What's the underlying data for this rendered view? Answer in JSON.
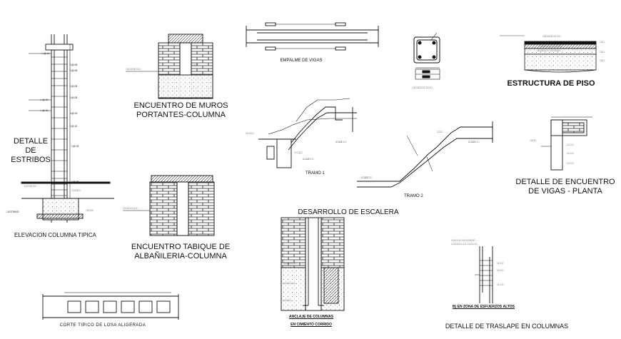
{
  "labels": {
    "detalle_estribos": [
      "DETALLE",
      "DE",
      "ESTRIBOS"
    ],
    "elevacion_columna": "ELEVACION COLUMNA TIPICA",
    "encuentro_muros": [
      "ENCUENTRO DE MUROS",
      "PORTANTES-COLUMNA"
    ],
    "encuentro_tabique": [
      "ENCUENTRO TABIQUE DE",
      "ALBAÑILERIA-COLUMNA"
    ],
    "empalme_vigas": "EMPALME DE VIGAS",
    "estructura_piso": "ESTRUCTURA DE PISO",
    "tramo1": "TRAMO 1",
    "tramo2": "TRAMO 2",
    "desarrollo_escalera": "DESARROLLO DE ESCALERA",
    "detalle_vigas": [
      "DETALLE DE ENCUENTRO",
      "DE VIGAS - PLANTA"
    ],
    "anclaje_columnas": "ANCLAJE DE COLUMNAS",
    "cimiento_corrido": "EN CIMIENTO CORRIDO",
    "corte_losa": "CORTE TIPICO DE LOSA ALIGERADA",
    "zona_esfuerzos": "B) EN ZONA DE ESFUERZOS ALTOS",
    "traslape_columnas": "DETALLE DE TRASLAPE EN COLUMNAS"
  }
}
